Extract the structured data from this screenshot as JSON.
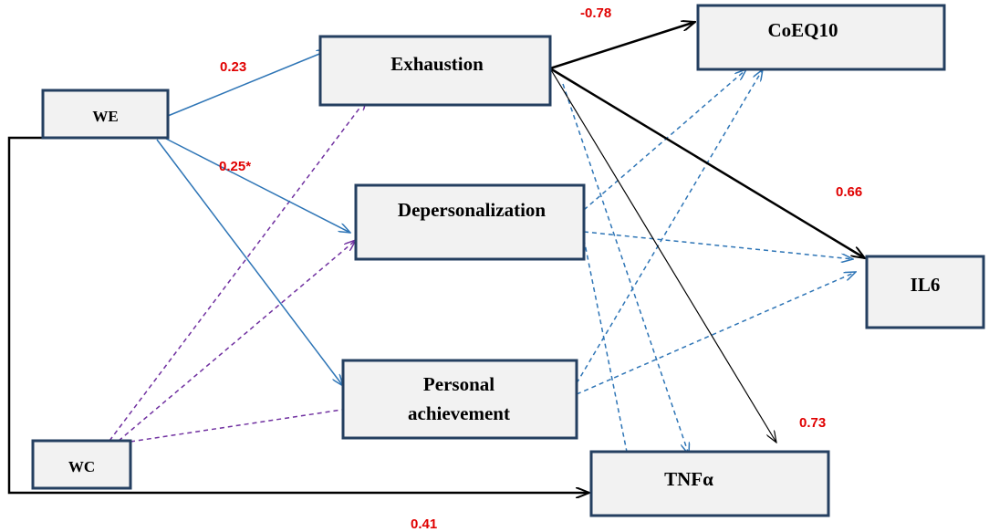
{
  "nodes": {
    "we": "WE",
    "wc": "WC",
    "exhaustion": "Exhaustion",
    "depersonalization": "Depersonalization",
    "personal_achievement": [
      "Personal",
      "achievement"
    ],
    "coeq10": "CoEQ10",
    "il6": "IL6",
    "tnfa": "TNFα"
  },
  "coefficients": {
    "we_exhaustion": "0.23",
    "we_depersonalization": "0.25*",
    "exhaustion_coeq10": "-0.78",
    "exhaustion_il6": "0.66",
    "exhaustion_tnfa": "0.73",
    "we_tnfa": "0.41"
  },
  "colors": {
    "node_fill": "#f2f2f2",
    "node_border": "#243f60",
    "significant_path": "#000000",
    "we_path": "#2e75b6",
    "wc_path": "#7030a0",
    "nonsignificant_path": "#2e75b6",
    "coefficient_text": "#e00000"
  }
}
